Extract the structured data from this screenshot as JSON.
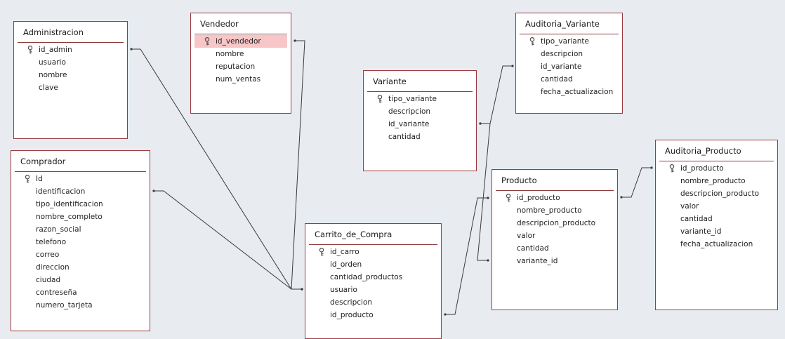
{
  "diagram": {
    "tables": [
      {
        "id": "administracion",
        "name": "Administracion",
        "fields": [
          {
            "label": "id_admin",
            "key": true
          },
          {
            "label": "usuario"
          },
          {
            "label": "nombre"
          },
          {
            "label": "clave"
          }
        ]
      },
      {
        "id": "vendedor",
        "name": "Vendedor",
        "fields": [
          {
            "label": "id_vendedor",
            "key": true,
            "selected": true
          },
          {
            "label": "nombre"
          },
          {
            "label": "reputacion"
          },
          {
            "label": "num_ventas"
          }
        ]
      },
      {
        "id": "comprador",
        "name": "Comprador",
        "fields": [
          {
            "label": "Id",
            "key": true
          },
          {
            "label": "identificacion"
          },
          {
            "label": "tipo_identificacion"
          },
          {
            "label": "nombre_completo"
          },
          {
            "label": "razon_social"
          },
          {
            "label": "telefono"
          },
          {
            "label": "correo"
          },
          {
            "label": "direccion"
          },
          {
            "label": "ciudad"
          },
          {
            "label": "contreseña"
          },
          {
            "label": "numero_tarjeta"
          }
        ]
      },
      {
        "id": "variante",
        "name": "Variante",
        "fields": [
          {
            "label": "tipo_variante",
            "key": true
          },
          {
            "label": "descripcion"
          },
          {
            "label": "id_variante"
          },
          {
            "label": "cantidad"
          }
        ]
      },
      {
        "id": "auditoria-variante",
        "name": "Auditoria_Variante",
        "fields": [
          {
            "label": "tipo_variante",
            "key": true
          },
          {
            "label": "descripcion"
          },
          {
            "label": "id_variante"
          },
          {
            "label": "cantidad"
          },
          {
            "label": "fecha_actualizacion"
          }
        ]
      },
      {
        "id": "carrito-de-compra",
        "name": "Carrito_de_Compra",
        "fields": [
          {
            "label": "id_carro",
            "key": true
          },
          {
            "label": "id_orden"
          },
          {
            "label": "cantidad_productos"
          },
          {
            "label": "usuario"
          },
          {
            "label": "descripcion"
          },
          {
            "label": "id_producto"
          }
        ]
      },
      {
        "id": "producto",
        "name": "Producto",
        "fields": [
          {
            "label": "id_producto",
            "key": true
          },
          {
            "label": "nombre_producto"
          },
          {
            "label": "descripcion_producto"
          },
          {
            "label": "valor"
          },
          {
            "label": "cantidad"
          },
          {
            "label": "variante_id"
          }
        ]
      },
      {
        "id": "auditoria-producto",
        "name": "Auditoria_Producto",
        "fields": [
          {
            "label": "id_producto",
            "key": true
          },
          {
            "label": "nombre_producto"
          },
          {
            "label": "descripcion_producto"
          },
          {
            "label": "valor"
          },
          {
            "label": "cantidad"
          },
          {
            "label": "variante_id"
          },
          {
            "label": "fecha_actualizacion"
          }
        ]
      }
    ],
    "relationships": [
      {
        "id": "administracion-carrito"
      },
      {
        "id": "vendedor-carrito"
      },
      {
        "id": "comprador-carrito"
      },
      {
        "id": "carrito-producto"
      },
      {
        "id": "variante-producto"
      },
      {
        "id": "variante-auditoria-variante"
      },
      {
        "id": "producto-auditoria-producto"
      }
    ]
  },
  "colors": {
    "background": "#e8ebf0",
    "table_border": "#9b3a3f",
    "selected_row": "#f7c6c7",
    "relationship_line": "#3a3a3a"
  },
  "icons": {
    "primary_key": "key-icon"
  }
}
